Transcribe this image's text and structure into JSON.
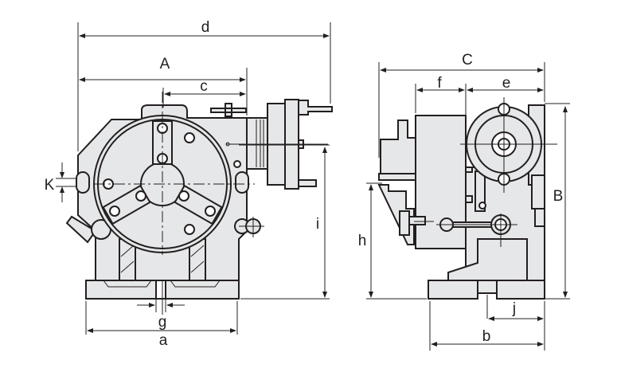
{
  "front_view": {
    "labels": {
      "d": "d",
      "A": "A",
      "c": "c",
      "K": "K",
      "i": "i",
      "g": "g",
      "a": "a"
    }
  },
  "side_view": {
    "labels": {
      "C": "C",
      "f": "f",
      "e": "e",
      "B": "B",
      "h": "h",
      "j": "j",
      "b": "b"
    }
  },
  "colors": {
    "line": "#231f20",
    "fill": "#e6e7e8"
  }
}
